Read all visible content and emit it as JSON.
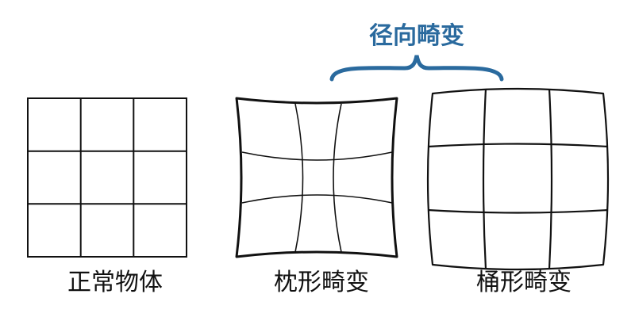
{
  "header": {
    "group_label": "径向畸变",
    "accent_color": "#2a6a9e"
  },
  "panels": [
    {
      "id": "normal",
      "caption": "正常物体"
    },
    {
      "id": "pincushion",
      "caption": "枕形畸变"
    },
    {
      "id": "barrel",
      "caption": "桶形畸变"
    }
  ],
  "colors": {
    "line": "#111111",
    "background": "#ffffff"
  }
}
